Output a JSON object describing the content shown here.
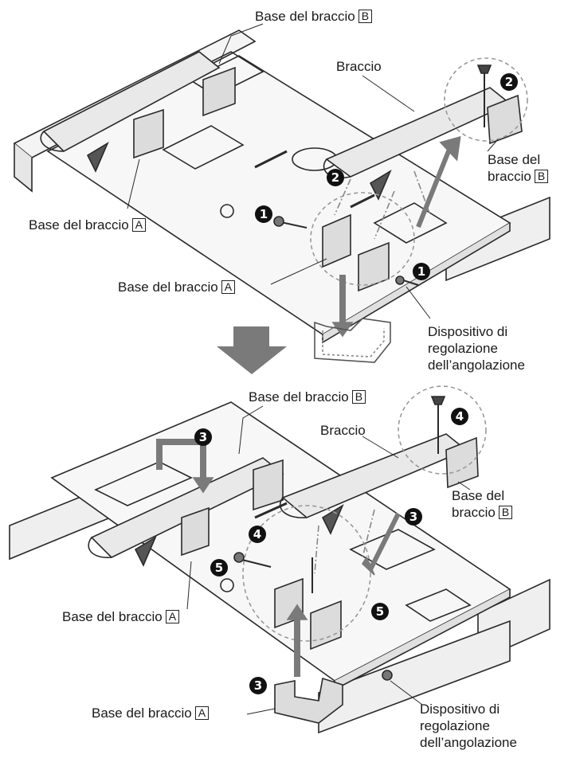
{
  "labels": {
    "arm_base": "Base del braccio",
    "arm": "Braccio",
    "base_del": "Base del",
    "braccio": "braccio",
    "adjuster_line1": "Dispositivo di",
    "adjuster_line2": "regolazione",
    "adjuster_line3": "dell’angolazione",
    "box_a": "A",
    "box_b": "B"
  },
  "steps": [
    "1",
    "2",
    "3",
    "4",
    "5"
  ],
  "colors": {
    "line": "#2a2a2a",
    "arrow": "#7a7a7a",
    "metal": "#d9d9d9",
    "dark": "#555555"
  }
}
